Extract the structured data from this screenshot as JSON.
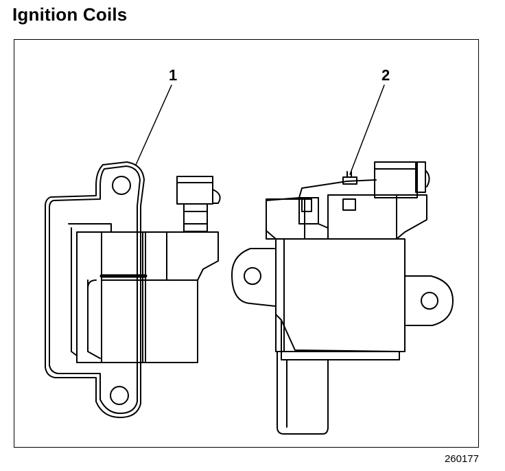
{
  "title": "Ignition Coils",
  "figure_id": "260177",
  "callouts": [
    {
      "label": "1"
    },
    {
      "label": "2"
    }
  ],
  "colors": {
    "ink": "#000000",
    "paper": "#ffffff"
  }
}
